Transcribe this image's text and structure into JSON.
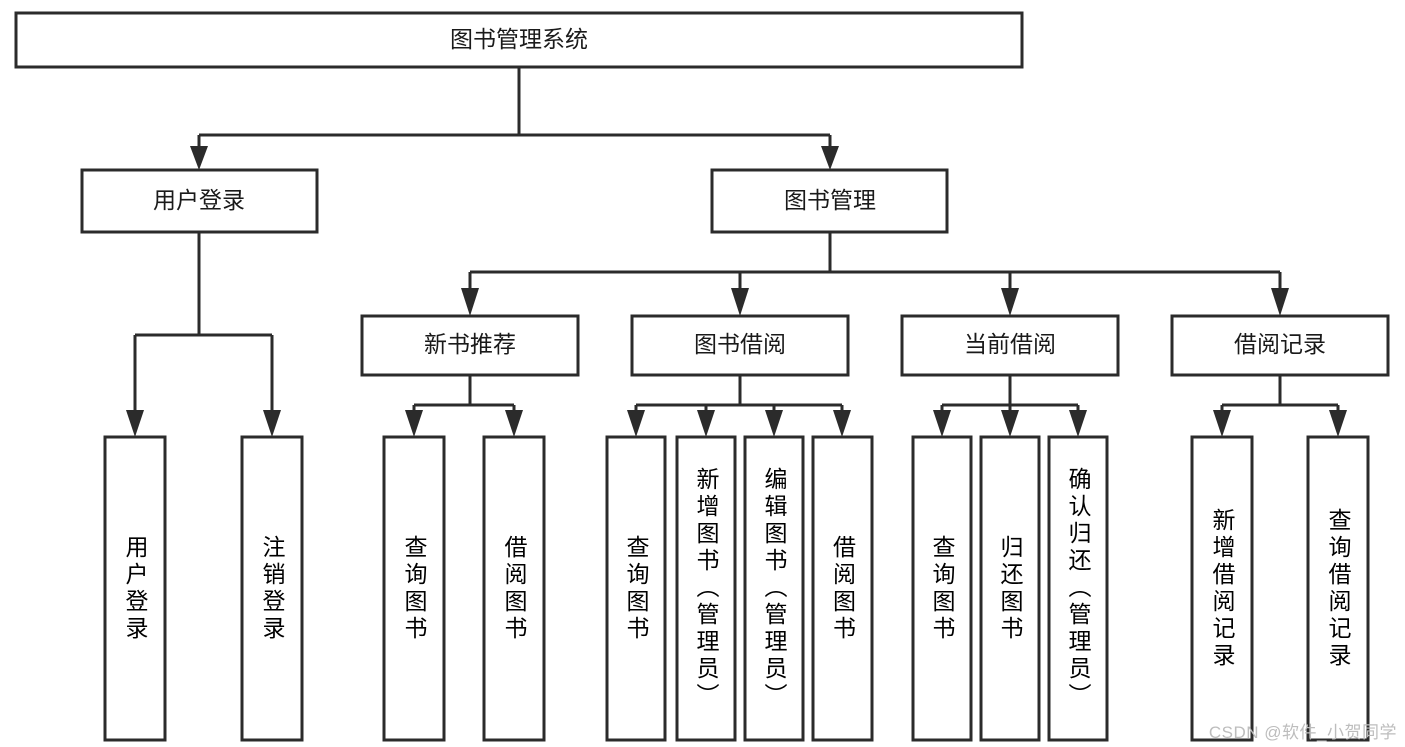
{
  "diagram": {
    "type": "tree-hierarchy-flowchart",
    "title": "图书管理系统",
    "orientation": "top-down",
    "colors": {
      "box_fill": "#ffffff",
      "box_stroke": "#2b2b2b",
      "text": "#1a1a1a",
      "background": "#ffffff",
      "watermark": "#bdbdbd"
    },
    "root": {
      "label": "图书管理系统"
    },
    "level2": [
      {
        "label": "用户登录"
      },
      {
        "label": "图书管理"
      }
    ],
    "level3": [
      {
        "label": "新书推荐"
      },
      {
        "label": "图书借阅"
      },
      {
        "label": "当前借阅"
      },
      {
        "label": "借阅记录"
      }
    ],
    "leaves": {
      "user_login": [
        {
          "label": "用户登录"
        },
        {
          "label": "注销登录"
        }
      ],
      "new_book_recommend": [
        {
          "label": "查询图书"
        },
        {
          "label": "借阅图书"
        }
      ],
      "book_borrow": [
        {
          "label": "查询图书"
        },
        {
          "label": "新增图书（管理员）"
        },
        {
          "label": "编辑图书（管理员）"
        },
        {
          "label": "借阅图书"
        }
      ],
      "current_borrow": [
        {
          "label": "查询图书"
        },
        {
          "label": "归还图书"
        },
        {
          "label": "确认归还（管理员）"
        }
      ],
      "borrow_record": [
        {
          "label": "新增借阅记录"
        },
        {
          "label": "查询借阅记录"
        }
      ]
    }
  },
  "watermark": {
    "text": "CSDN @软件_小贺同学"
  }
}
